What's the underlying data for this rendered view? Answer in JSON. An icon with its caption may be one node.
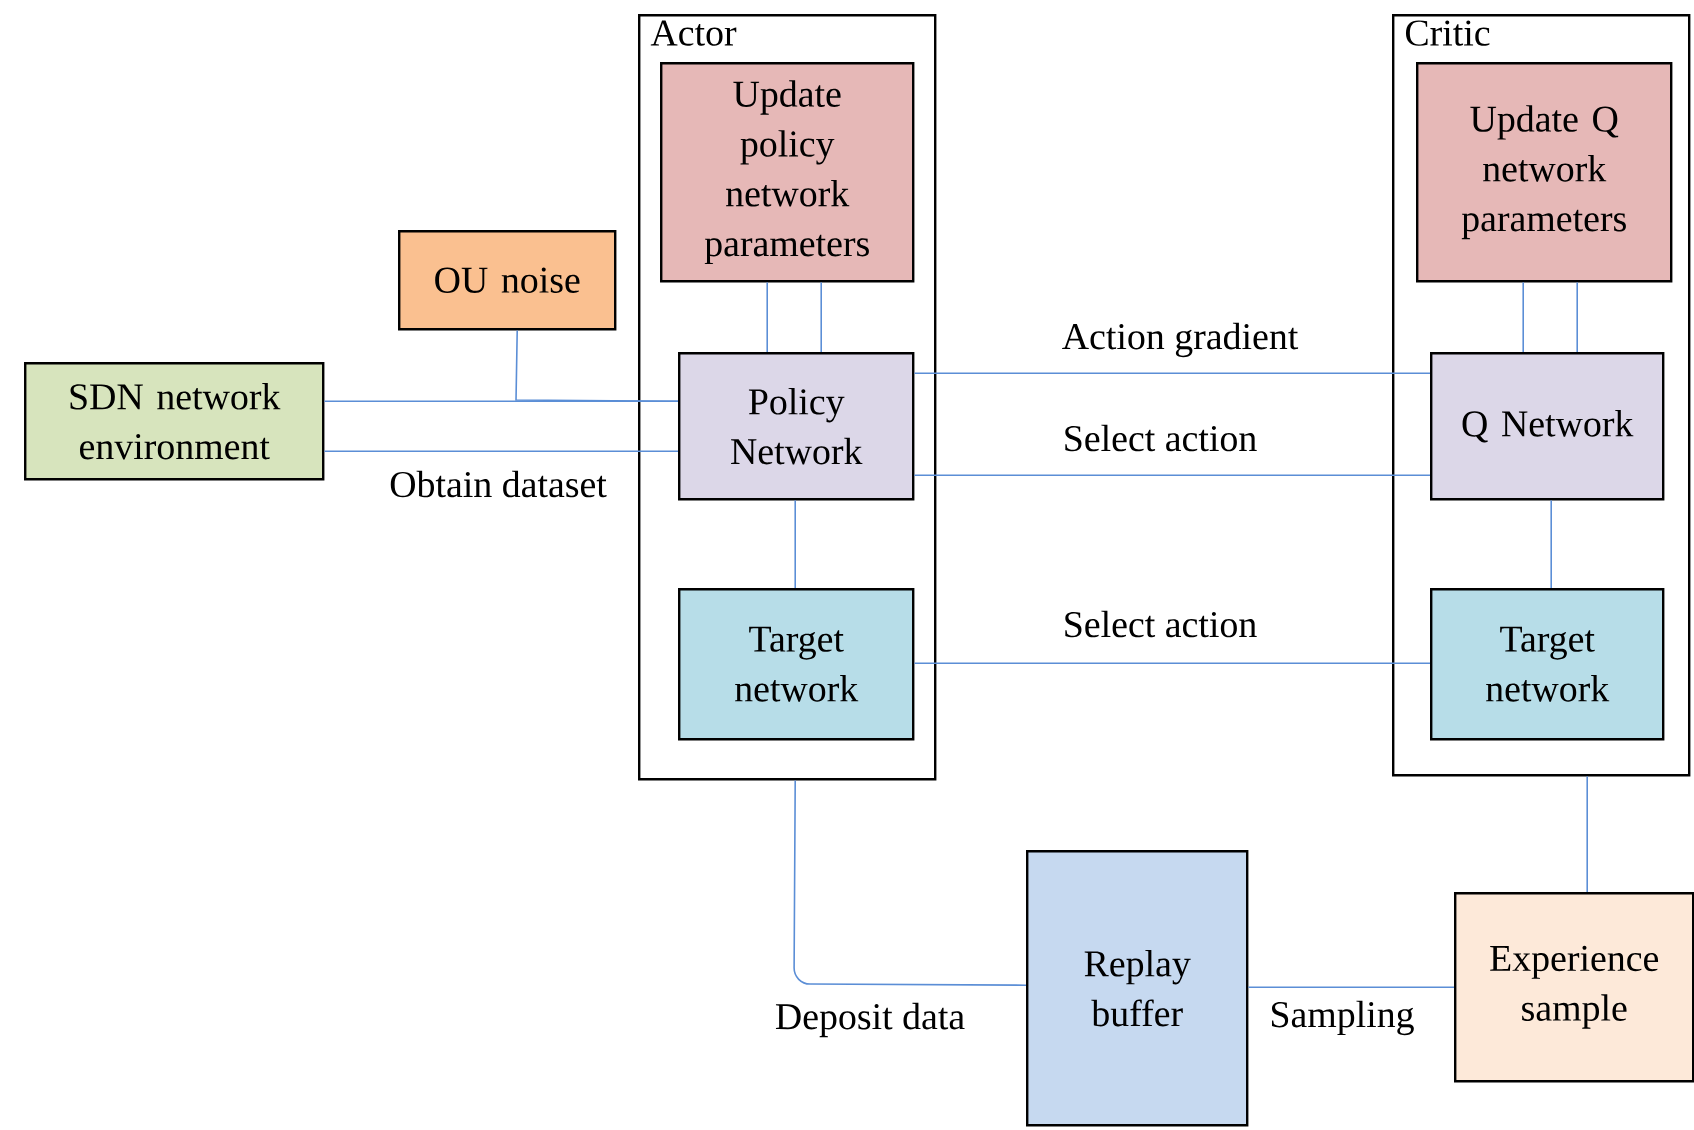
{
  "diagram": {
    "nodes": [
      {
        "text": [
          "Actor"
        ]
      },
      {
        "text": [
          "Update policy network parameters"
        ],
        "in": 0
      },
      {
        "text": [
          "Policy Network"
        ],
        "in": 0
      },
      {
        "text": [
          "Target network"
        ],
        "in": 0
      },
      {
        "text": [
          "Critic"
        ]
      },
      {
        "text": [
          "Update Q network parameters"
        ],
        "in": 4
      },
      {
        "text": [
          "Q Network"
        ],
        "in": 4
      },
      {
        "text": [
          "Target network"
        ],
        "in": 4
      },
      {
        "text": [
          "OU noise"
        ]
      },
      {
        "text": [
          "SDN network environment"
        ]
      },
      {
        "text": [
          "Replay buffer"
        ]
      },
      {
        "text": [
          "Experience sample"
        ]
      }
    ],
    "edges": [
      {
        "from": 1,
        "to": 2,
        "arrow": "none"
      },
      {
        "from": 1,
        "to": 2,
        "arrow": "none"
      },
      {
        "from": 5,
        "to": 6,
        "arrow": "none"
      },
      {
        "from": 5,
        "to": 6,
        "arrow": "none"
      },
      {
        "from": 8,
        "to": 2,
        "arrow": "none"
      },
      {
        "from": 9,
        "to": 2,
        "arrow": "none"
      },
      {
        "from": 9,
        "to": 2,
        "arrow": "none",
        "label": "Obtain dataset"
      },
      {
        "from": 2,
        "to": 6,
        "arrow": "none",
        "label": "Action gradient"
      },
      {
        "from": 2,
        "to": 6,
        "arrow": "none",
        "label": "Select action"
      },
      {
        "from": 2,
        "to": 3,
        "arrow": "none"
      },
      {
        "from": 3,
        "to": 7,
        "arrow": "none",
        "label": "Select action"
      },
      {
        "from": 6,
        "to": 7,
        "arrow": "none"
      },
      {
        "from": 0,
        "to": 10,
        "arrow": "none",
        "label": "Deposit data"
      },
      {
        "from": 10,
        "to": 11,
        "arrow": "none",
        "label": "Sampling"
      },
      {
        "from": 4,
        "to": 11,
        "arrow": "none"
      }
    ]
  }
}
